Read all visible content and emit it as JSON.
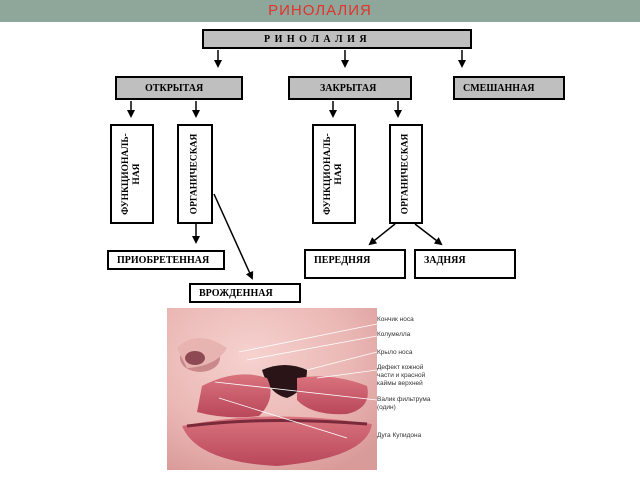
{
  "slide_title": "РИНОЛАЛИЯ",
  "root": "Р И Н О Л А Л И Я",
  "types": {
    "open": "ОТКРЫТАЯ",
    "closed": "ЗАКРЫТАЯ",
    "mixed": "СМЕШАННАЯ"
  },
  "open_forms": {
    "functional_line1": "ФУНКЦИОНАЛЬ-",
    "functional_line2": "НАЯ",
    "organic": "ОРГАНИЧЕСКАЯ"
  },
  "closed_forms": {
    "functional_line1": "ФУНКЦИОНАЛЬ-",
    "functional_line2": "НАЯ",
    "organic": "ОРГАНИЧЕСКАЯ"
  },
  "open_organic_subtypes": {
    "acquired": "ПРИОБРЕТЕННАЯ",
    "congenital": "ВРОЖДЕННАЯ"
  },
  "closed_organic_subtypes": {
    "anterior": "ПЕРЕДНЯЯ",
    "posterior": "ЗАДНЯЯ"
  },
  "photo_labels": {
    "l1": "Кончик носа",
    "l2": "Колумелла",
    "l3": "Крыло носа",
    "l4a": "Дефект кожной",
    "l4b": "части и красной",
    "l4c": "каймы верхней",
    "l5a": "Валик фильтрума",
    "l5b": "(один)",
    "l6": "Дуга Купидона"
  },
  "colors": {
    "title_bar": "#8fa69a",
    "title_text": "#e0342c",
    "grey_box": "#bfbfbf"
  }
}
